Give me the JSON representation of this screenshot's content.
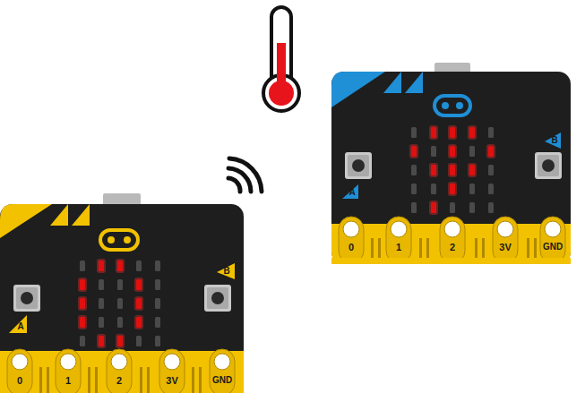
{
  "diagram": {
    "labels": [
      "B",
      "A",
      "0",
      "1",
      "2",
      "3V",
      "GND",
      "B",
      "A",
      "0",
      "1",
      "2",
      "3V",
      "GND"
    ]
  }
}
